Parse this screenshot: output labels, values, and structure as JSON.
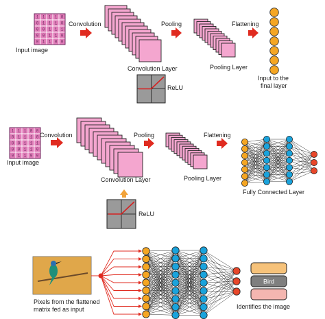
{
  "colors": {
    "stack_fill": "#f4a6cf",
    "stack_stroke": "#222222",
    "matrix_fill": "#e07cb8",
    "arrow_red": "#e02b20",
    "arrow_orange": "#f2a33a",
    "input_node": "#f5a623",
    "hidden_node": "#1aa3dc",
    "output_node": "#e8472a",
    "box_orange": "#f6c27a",
    "box_gray": "#7f7f7f",
    "box_pink": "#f4b6b0",
    "relu_bg": "#9a9a9a",
    "relu_line": "#d62020"
  },
  "matrix_a": [
    [
      "1",
      "1",
      "1",
      "1",
      "0"
    ],
    [
      "0",
      "1",
      "1",
      "1",
      "0"
    ],
    [
      "0",
      "0",
      "1",
      "1",
      "1"
    ],
    [
      "0",
      "0",
      "1",
      "1",
      "0"
    ],
    [
      "0",
      "1",
      "1",
      "0",
      "0"
    ]
  ],
  "matrix_b": [
    [
      "1",
      "1",
      "1",
      "0",
      "0"
    ],
    [
      "0",
      "1",
      "1",
      "1",
      "0"
    ],
    [
      "0",
      "0",
      "1",
      "1",
      "1"
    ],
    [
      "0",
      "0",
      "1",
      "1",
      "0"
    ],
    [
      "0",
      "1",
      "1",
      "0",
      "0"
    ]
  ],
  "row1": {
    "input_label": "Input image",
    "convolution": "Convolution",
    "conv_layer": "Convolution Layer",
    "relu": "ReLU",
    "pooling": "Pooling",
    "pooling_layer": "Pooling Layer",
    "flattening": "Flattening",
    "final_line1": "Input to the",
    "final_line2": "final layer"
  },
  "row2": {
    "input_label": "Input image",
    "convolution": "Convolution",
    "conv_layer": "Convolution Layer",
    "relu": "ReLU",
    "pooling": "Pooling",
    "pooling_layer": "Pooling Layer",
    "flattening": "Flattening",
    "fc_layer": "Fully Connected Layer"
  },
  "row3": {
    "caption_line1": "Pixels from the flattened",
    "caption_line2": "matrix fed as input",
    "output_label": "Bird",
    "identifies": "Identifies the image"
  }
}
